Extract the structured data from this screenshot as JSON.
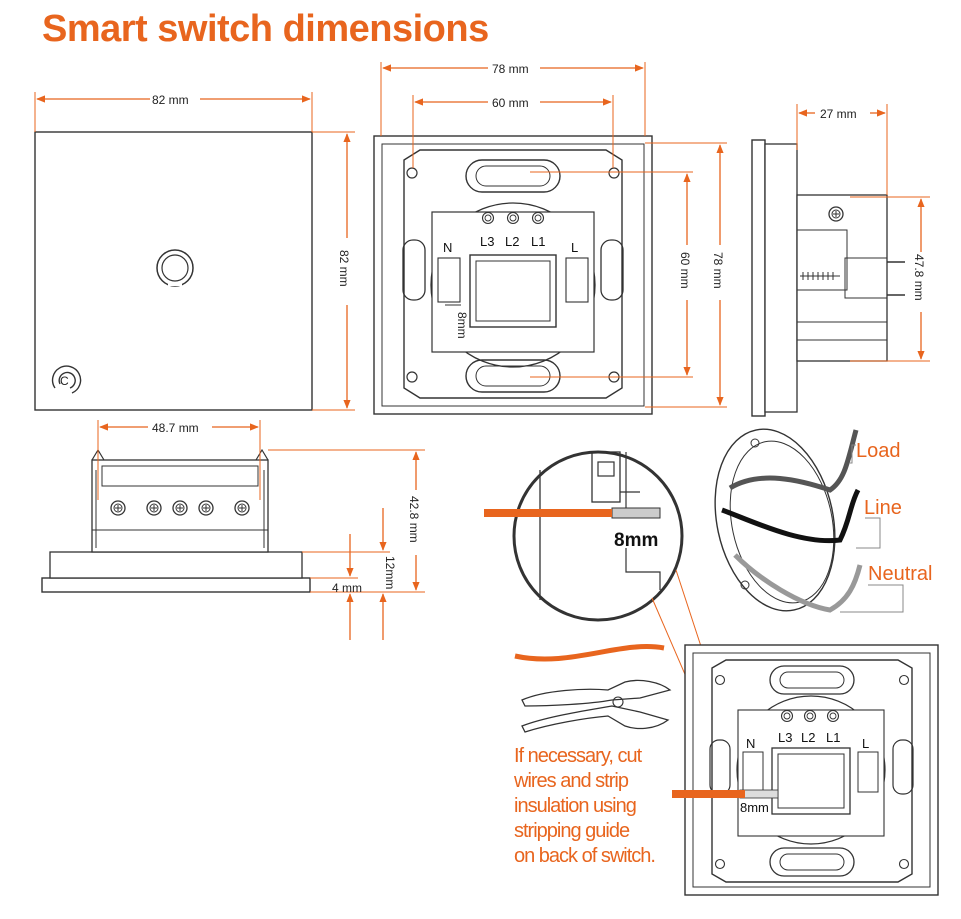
{
  "title": "Smart switch dimensions",
  "dimensions": {
    "front_width": "82 mm",
    "front_height": "82 mm",
    "back_outer_width": "78 mm",
    "back_inner_width": "60 mm",
    "back_inner_height": "60 mm",
    "back_outer_height": "78 mm",
    "side_depth": "27 mm",
    "side_height": "47.8 mm",
    "bottom_width": "48.7 mm",
    "bottom_total_height": "42.8 mm",
    "bottom_panel_offset": "12mm",
    "bottom_panel_thickness": "4 mm",
    "strip_guide_back": "8mm",
    "strip_zoom": "8mm",
    "strip_lower": "8mm"
  },
  "terminals": [
    "N",
    "L3",
    "L2",
    "L1",
    "L"
  ],
  "wires": {
    "load": "Load",
    "line": "Line",
    "neutral": "Neutral"
  },
  "instruction_lines": [
    "If necessary, cut",
    "wires and strip",
    "insulation using",
    "stripping guide",
    "on back of switch."
  ],
  "colors": {
    "accent": "#e8651e",
    "line_art": "#333333",
    "wire_load": "#555555",
    "wire_line": "#111111",
    "wire_neutral": "#999999"
  },
  "icons": [
    "touch-button-icon",
    "brand-logo-icon",
    "wire-stripper-icon"
  ]
}
